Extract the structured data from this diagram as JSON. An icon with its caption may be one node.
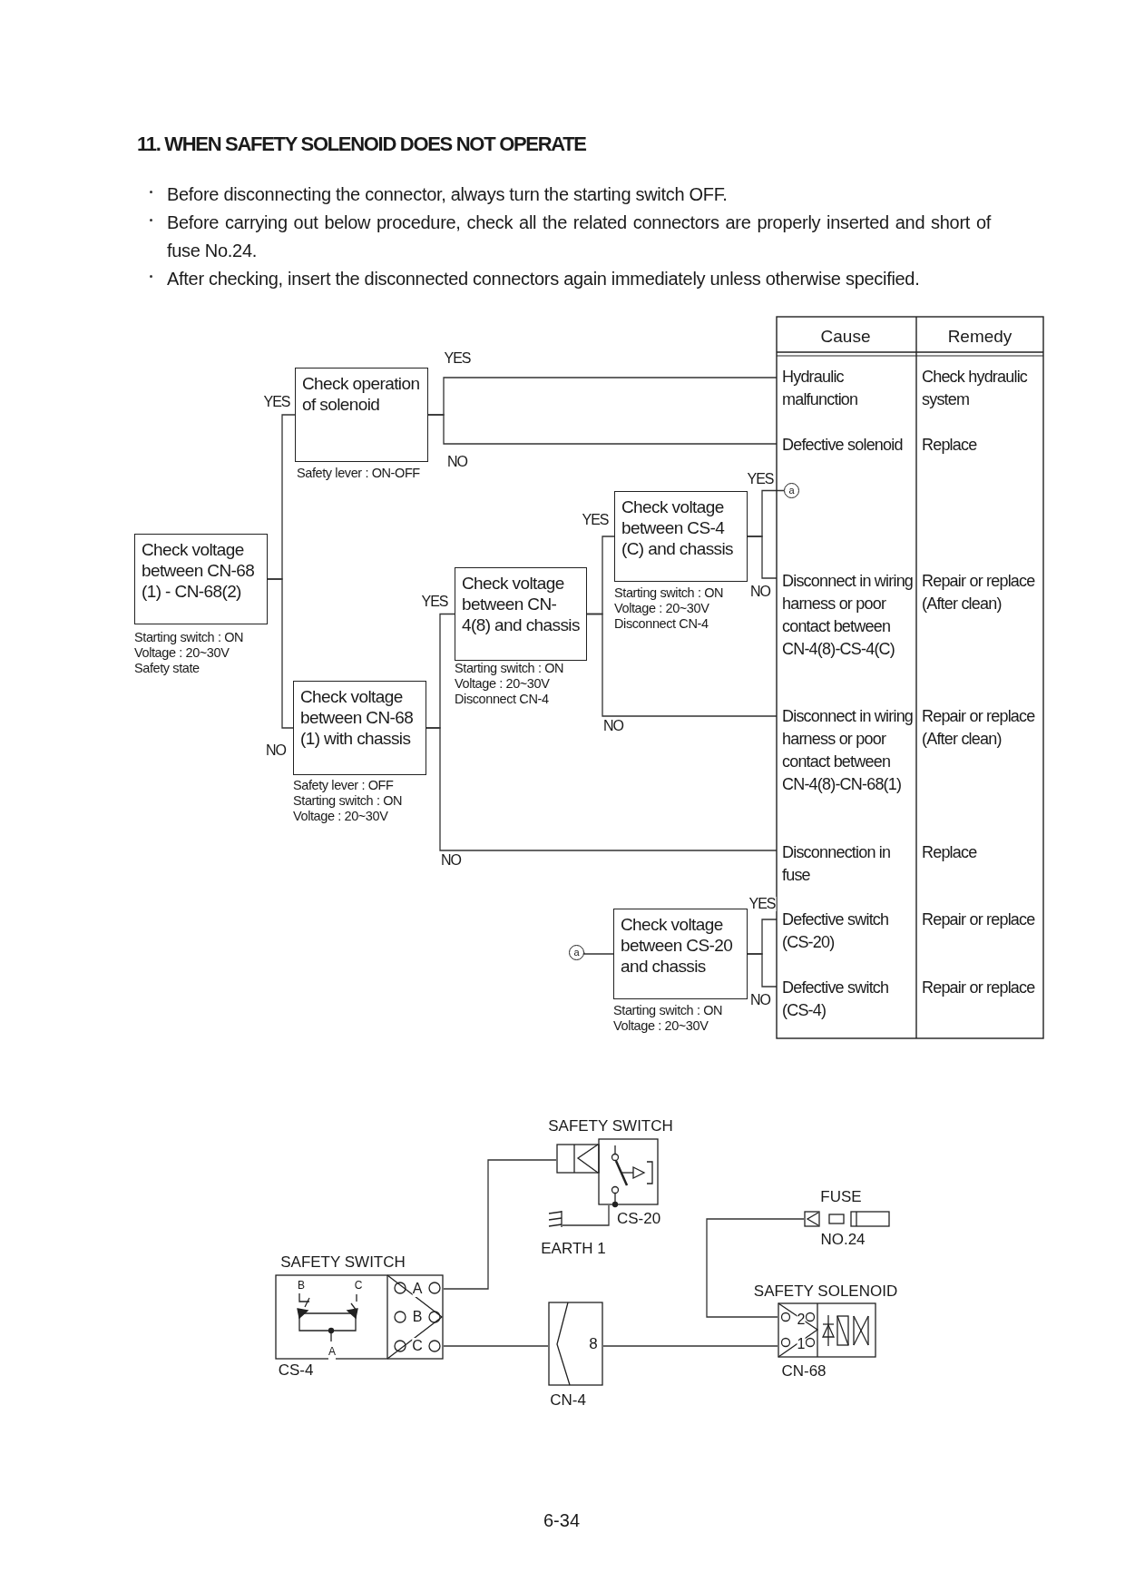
{
  "diagram": {
    "title": "11. WHEN SAFETY SOLENOID DOES NOT OPERATE",
    "nodes": [
      {
        "text": [
          "Check voltage between CN-68 (1) - CN-68(2)"
        ],
        "beside": [
          "Starting switch : ON",
          "Voltage : 20~30V",
          "Safety state"
        ]
      },
      {
        "text": [
          "Check operation of solenoid"
        ],
        "beside": [
          "Safety lever : ON-OFF"
        ]
      },
      {
        "text": [
          "Check voltage between CN-68 (1) with chassis"
        ],
        "beside": [
          "Safety lever : OFF",
          "Starting switch : ON",
          "Voltage : 20~30V"
        ]
      },
      {
        "text": [
          "Check voltage between CN-4(8) and chassis"
        ],
        "beside": [
          "Starting switch : ON",
          "Voltage : 20~30V",
          "Disconnect CN-4"
        ]
      },
      {
        "text": [
          "Check voltage between CS-4 (C) and chassis"
        ],
        "beside": [
          "Starting switch : ON",
          "Voltage : 20~30V",
          "Disconnect CN-4"
        ]
      },
      {
        "text": [
          "Check voltage between CS-20 and chassis"
        ],
        "beside": [
          "Starting switch : ON",
          "Voltage : 20~30V"
        ]
      },
      {
        "text": [
          "a"
        ]
      },
      {
        "text": [
          "Hydraulic malfunction"
        ]
      },
      {
        "text": [
          "Defective solenoid"
        ]
      },
      {
        "text": [
          "a"
        ]
      },
      {
        "text": [
          "Disconnect in wiring harness or poor contact between CN-4(8)-CS-4(C)"
        ]
      },
      {
        "text": [
          "Disconnect in wiring harness or poor contact between CN-4(8)-CN-68(1)"
        ]
      },
      {
        "text": [
          "Disconnection in fuse"
        ]
      },
      {
        "text": [
          "Defective switch (CS-20)"
        ]
      },
      {
        "text": [
          "Defective switch (CS-4)"
        ]
      },
      {
        "text": [
          "SAFETY SWITCH",
          "CS-20"
        ]
      },
      {
        "text": [
          "EARTH 1"
        ]
      },
      {
        "text": [
          "FUSE",
          "NO.24"
        ]
      },
      {
        "text": [
          "SAFETY SWITCH",
          "B",
          "C",
          "A",
          "A",
          "B",
          "C",
          "CS-4"
        ]
      },
      {
        "text": [
          "8",
          "CN-4"
        ]
      },
      {
        "text": [
          "SAFETY SOLENOID",
          "2",
          "1",
          "CN-68"
        ]
      }
    ],
    "edges": [
      {
        "from": 0,
        "to": 1,
        "arrow": "none",
        "label": "YES"
      },
      {
        "from": 0,
        "to": 2,
        "arrow": "none",
        "label": "NO"
      },
      {
        "from": 1,
        "to": 7,
        "arrow": "none",
        "label": "YES"
      },
      {
        "from": 1,
        "to": 8,
        "arrow": "none",
        "label": "NO"
      },
      {
        "from": 2,
        "to": 3,
        "arrow": "none",
        "label": "YES"
      },
      {
        "from": 2,
        "to": 12,
        "arrow": "none",
        "label": "NO"
      },
      {
        "from": 3,
        "to": 4,
        "arrow": "none",
        "label": "YES"
      },
      {
        "from": 3,
        "to": 11,
        "arrow": "none",
        "label": "NO"
      },
      {
        "from": 4,
        "to": 9,
        "arrow": "none",
        "label": "YES"
      },
      {
        "from": 4,
        "to": 10,
        "arrow": "none",
        "label": "NO"
      },
      {
        "from": 6,
        "to": 5,
        "arrow": "none"
      },
      {
        "from": 5,
        "to": 13,
        "arrow": "none",
        "label": "YES"
      },
      {
        "from": 5,
        "to": 14,
        "arrow": "none",
        "label": "NO"
      },
      {
        "from": 18,
        "to": 15,
        "arrow": "none"
      },
      {
        "from": 15,
        "to": 16,
        "arrow": "none"
      },
      {
        "from": 17,
        "to": 20,
        "arrow": "none"
      },
      {
        "from": 18,
        "to": 19,
        "arrow": "none"
      },
      {
        "from": 19,
        "to": 20,
        "arrow": "none"
      }
    ],
    "labels": [
      "Before disconnecting the connector, always turn the starting switch OFF.",
      "Before carrying out below procedure, check all the related connectors are properly inserted and short of fuse No.24.",
      "After checking, insert the disconnected connectors again immediately unless otherwise specified.",
      "Cause",
      "Remedy",
      "Check hydraulic system",
      "Replace",
      "Repair or replace (After clean)",
      "Repair or replace (After clean)",
      "Replace",
      "Repair or replace",
      "Repair or replace",
      "6-34"
    ]
  }
}
